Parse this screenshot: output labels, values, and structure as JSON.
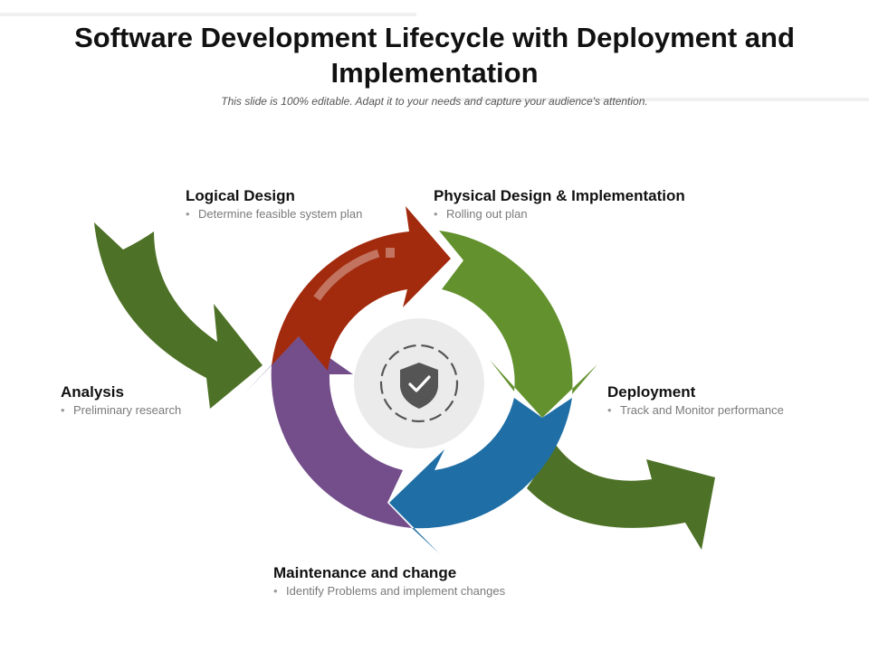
{
  "title": "Software Development Lifecycle with Deployment and Implementation",
  "subtitle": "This slide is 100% editable. Adapt it to your needs and capture your audience's attention.",
  "center_icon": "shield-check-icon",
  "colors": {
    "green_dark": "#4d7126",
    "green_light": "#62912d",
    "red": "#a22a0d",
    "purple": "#734e8a",
    "blue": "#1f6fa6",
    "center": "#ebebeb",
    "icon": "#555555"
  },
  "stages": [
    {
      "title": "Logical Design",
      "bullet": "•",
      "desc": "Determine feasible system plan"
    },
    {
      "title": "Physical Design & Implementation",
      "bullet": "•",
      "desc": "Rolling out plan"
    },
    {
      "title": "Analysis",
      "bullet": "•",
      "desc": "Preliminary research"
    },
    {
      "title": "Deployment",
      "bullet": "•",
      "desc": "Track and Monitor performance"
    },
    {
      "title": "Maintenance and change",
      "bullet": "•",
      "desc": "Identify Problems and implement changes"
    }
  ]
}
